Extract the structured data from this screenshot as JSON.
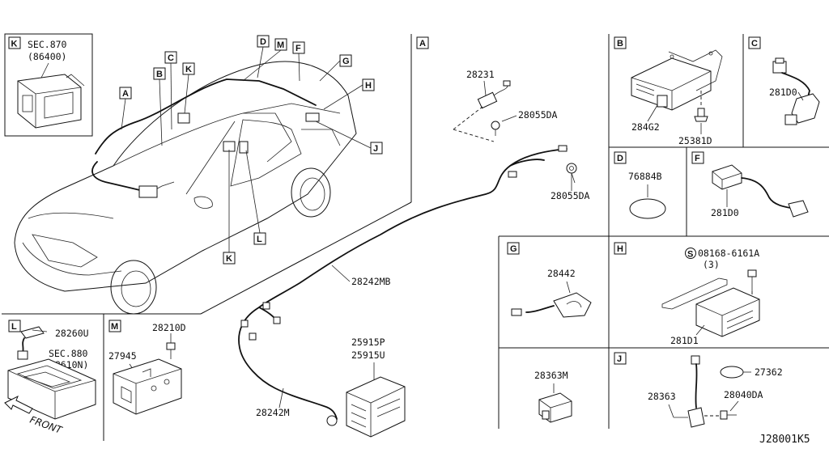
{
  "panels": {
    "K": {
      "tag": "K",
      "sec": "SEC.870",
      "sec_code": "(86400)"
    },
    "A": {
      "tag": "A",
      "part_28231": "28231",
      "part_28055DA_1": "28055DA",
      "part_28055DA_2": "28055DA",
      "part_28242MB": "28242MB",
      "part_25915P": "25915P",
      "part_25915U": "25915U",
      "part_28242M": "28242M"
    },
    "B": {
      "tag": "B",
      "part_284G2": "284G2",
      "part_25381D": "25381D"
    },
    "C": {
      "tag": "C",
      "part_281D0": "281D0"
    },
    "D": {
      "tag": "D",
      "part_76884B": "76884B"
    },
    "F": {
      "tag": "F",
      "part_281D0": "281D0"
    },
    "G": {
      "tag": "G",
      "part_28442": "28442"
    },
    "H": {
      "tag": "H",
      "bolt_symbol": "S",
      "bolt": "08168-6161A",
      "bolt_qty": "(3)",
      "part_281D1": "281D1"
    },
    "J": {
      "tag": "J",
      "part_27362": "27362",
      "part_28363": "28363",
      "part_28040DA": "28040DA"
    },
    "M28363": {
      "part_28363M": "28363M"
    },
    "L": {
      "tag": "L",
      "part_28260U": "28260U",
      "sec": "SEC.880",
      "sec_code": "(88610N)",
      "front": "FRONT"
    },
    "M": {
      "tag": "M",
      "part_28210D": "28210D",
      "part_27945": "27945"
    }
  },
  "car_callouts": [
    "A",
    "B",
    "C",
    "K",
    "D",
    "M",
    "F",
    "G",
    "H",
    "J",
    "K",
    "L"
  ],
  "diagram_code": "J28001K5"
}
